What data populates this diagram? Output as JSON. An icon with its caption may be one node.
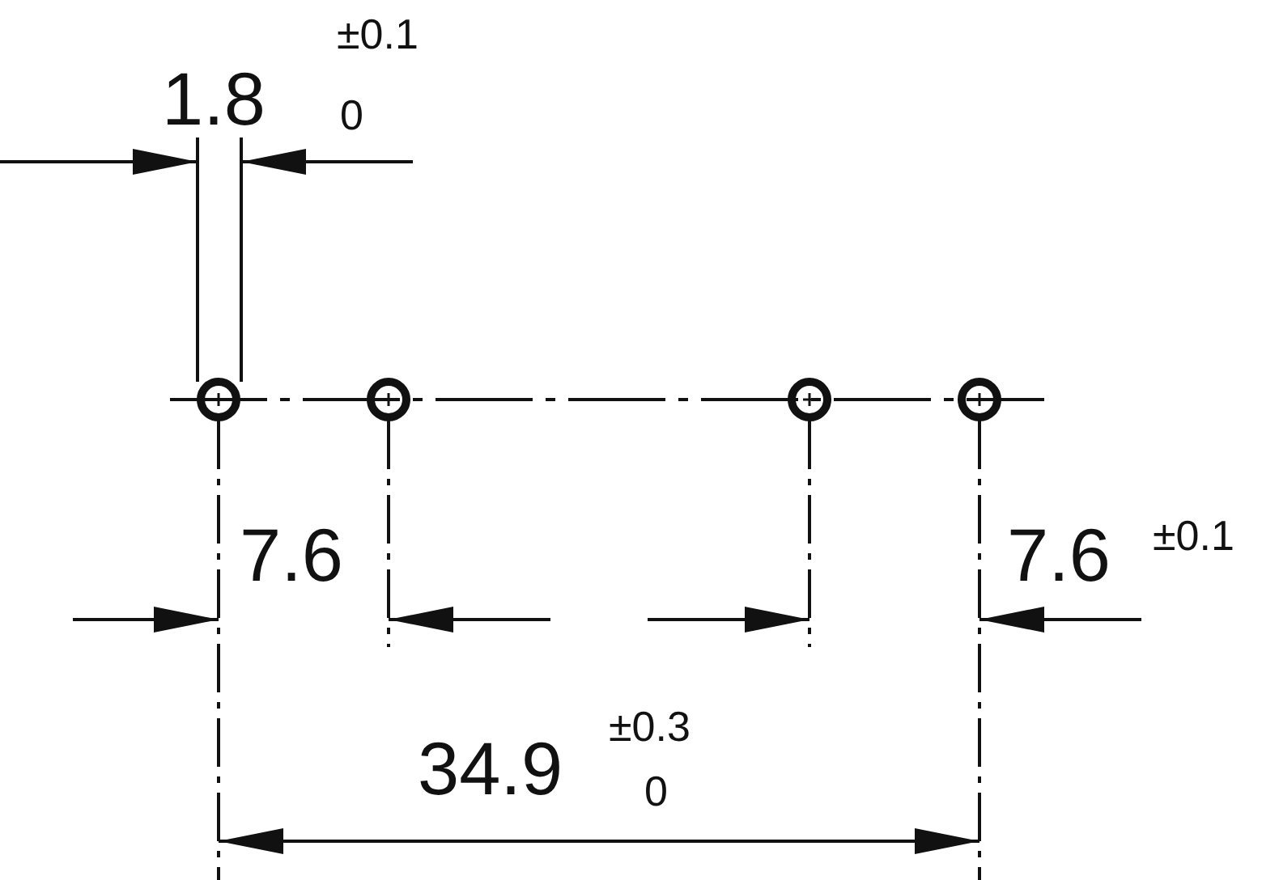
{
  "diagram": {
    "labels": [
      "1.8",
      "±0.1",
      "0",
      "7.6",
      "7.6",
      "±0.1",
      "34.9",
      "±0.3",
      "0"
    ]
  }
}
